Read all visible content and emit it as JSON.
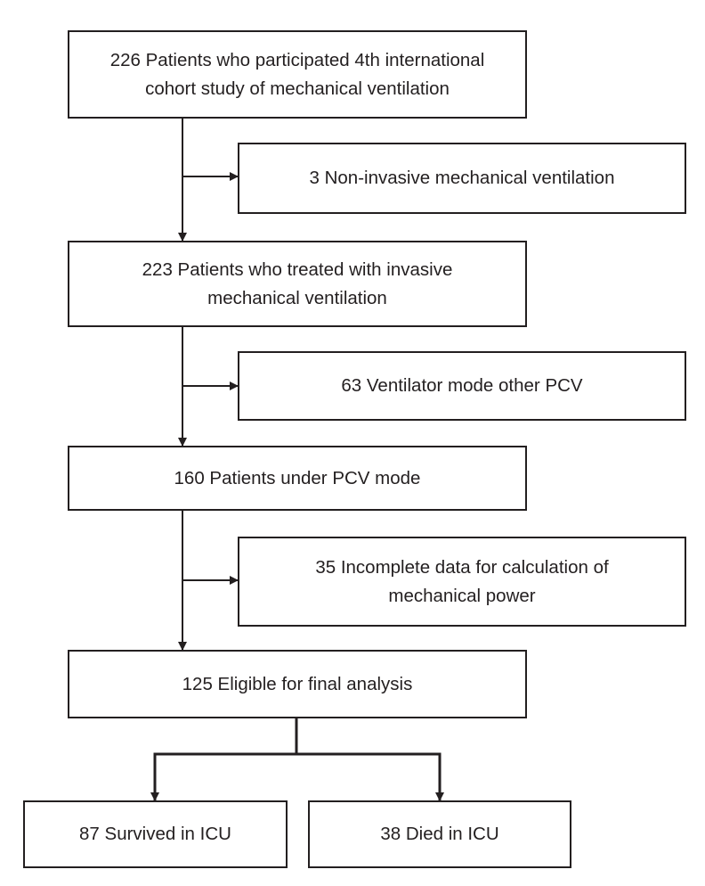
{
  "flowchart": {
    "nodes": [
      {
        "id": "enrolled",
        "lines": [
          "226 Patients who participated 4th international",
          "cohort study of mechanical ventilation"
        ]
      },
      {
        "id": "excl_niv",
        "lines": [
          "3 Non-invasive mechanical ventilation"
        ]
      },
      {
        "id": "invasive",
        "lines": [
          "223 Patients who treated with invasive",
          "mechanical ventilation"
        ]
      },
      {
        "id": "excl_mode",
        "lines": [
          "63 Ventilator mode other PCV"
        ]
      },
      {
        "id": "pcv",
        "lines": [
          "160 Patients under PCV mode"
        ]
      },
      {
        "id": "excl_data",
        "lines": [
          "35 Incomplete data for calculation of",
          "mechanical power"
        ]
      },
      {
        "id": "eligible",
        "lines": [
          "125 Eligible for final analysis"
        ]
      },
      {
        "id": "survived",
        "lines": [
          "87 Survived in ICU"
        ]
      },
      {
        "id": "died",
        "lines": [
          "38 Died in ICU"
        ]
      }
    ],
    "edges": [
      {
        "from": "enrolled",
        "to": "invasive"
      },
      {
        "from": "enrolled",
        "to": "excl_niv"
      },
      {
        "from": "invasive",
        "to": "pcv"
      },
      {
        "from": "invasive",
        "to": "excl_mode"
      },
      {
        "from": "pcv",
        "to": "eligible"
      },
      {
        "from": "pcv",
        "to": "excl_data"
      },
      {
        "from": "eligible",
        "to": "survived"
      },
      {
        "from": "eligible",
        "to": "died"
      }
    ],
    "line_color": "#231f20"
  }
}
